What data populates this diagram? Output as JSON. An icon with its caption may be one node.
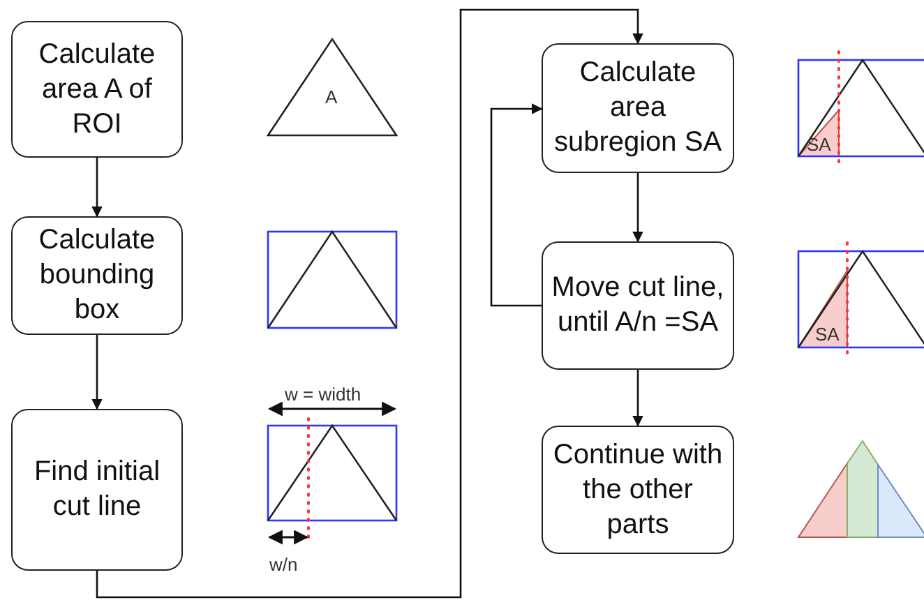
{
  "diagram": {
    "nodes": [
      {
        "text": [
          "Calculate area A of ROI"
        ]
      },
      {
        "text": [
          "Calculate bounding box"
        ]
      },
      {
        "text": [
          "Find initial cut line"
        ]
      },
      {
        "text": [
          "Calculate area subregion SA"
        ]
      },
      {
        "text": [
          "Move cut line, until A/n =SA"
        ]
      },
      {
        "text": [
          "Continue with the other parts"
        ]
      }
    ],
    "edges": [
      {
        "from": 0,
        "to": 1,
        "arrow": "to"
      },
      {
        "from": 1,
        "to": 2,
        "arrow": "to"
      },
      {
        "from": 2,
        "to": 3,
        "arrow": "to"
      },
      {
        "from": 3,
        "to": 4,
        "arrow": "to"
      },
      {
        "from": 4,
        "to": 3,
        "arrow": "to"
      },
      {
        "from": 4,
        "to": 5,
        "arrow": "to"
      }
    ],
    "labels": [
      "A",
      "w = width",
      "w/n",
      "SA",
      "SA"
    ]
  }
}
